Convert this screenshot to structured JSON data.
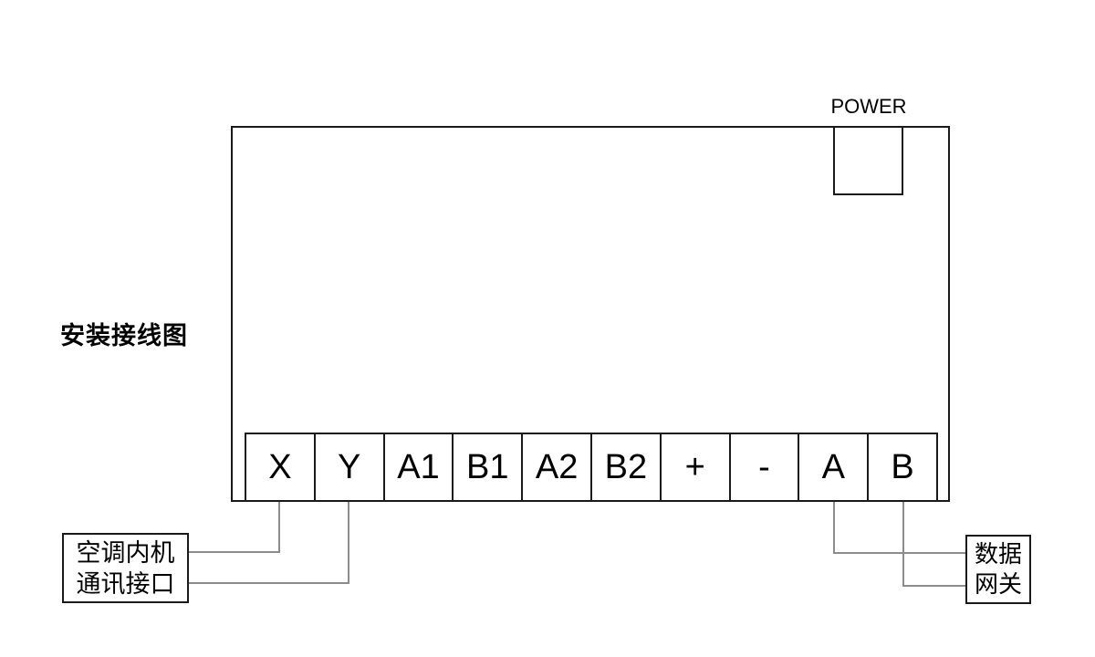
{
  "title": "安装接线图",
  "device": {
    "power_label": "POWER",
    "terminals": [
      "X",
      "Y",
      "A1",
      "B1",
      "A2",
      "B2",
      "+",
      "-",
      "A",
      "B"
    ]
  },
  "connections": {
    "indoor_unit": {
      "line1": "空调内机",
      "line2": "通讯接口"
    },
    "gateway": {
      "line1": "数据",
      "line2": "网关"
    }
  },
  "wiring": [
    {
      "from": "X",
      "to": "空调内机通讯接口"
    },
    {
      "from": "Y",
      "to": "空调内机通讯接口"
    },
    {
      "from": "A",
      "to": "数据网关"
    },
    {
      "from": "B",
      "to": "数据网关"
    }
  ],
  "colors": {
    "background": "#ffffff",
    "line": "#1a1a1a",
    "wire": "#8c8c8c",
    "text": "#000000"
  }
}
